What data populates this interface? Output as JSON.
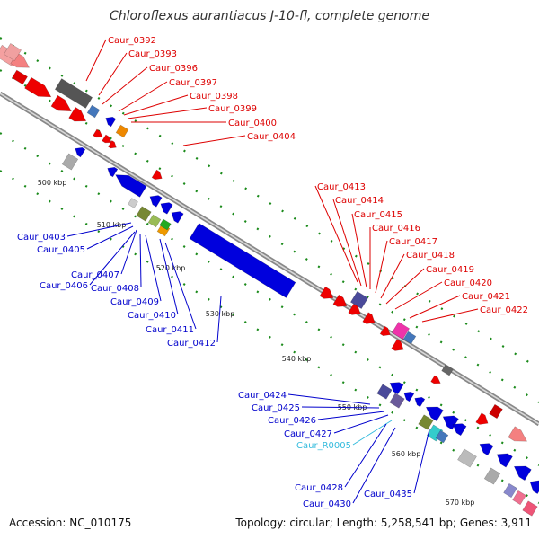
{
  "title": "Chloroflexus aurantiacus J-10-fl, complete genome",
  "accession": "Accession: NC_010175",
  "summary": "Topology: circular; Length: 5,258,541 bp; Genes: 3,911",
  "colors": {
    "forward": "#e00000",
    "reverse": "#0000dd",
    "rna": "#33cccc",
    "backbone": "#999999",
    "tick": "#1a8a1a"
  },
  "ticks": [
    "500 kbp",
    "510 kbp",
    "520 kbp",
    "530 kbp",
    "540 kbp",
    "550 kbp",
    "560 kbp",
    "570 kbp"
  ],
  "labels_forward": [
    "Caur_0392",
    "Caur_0393",
    "Caur_0396",
    "Caur_0397",
    "Caur_0398",
    "Caur_0399",
    "Caur_0400",
    "Caur_0404",
    "Caur_0413",
    "Caur_0414",
    "Caur_0415",
    "Caur_0416",
    "Caur_0417",
    "Caur_0418",
    "Caur_0419",
    "Caur_0420",
    "Caur_0421",
    "Caur_0422"
  ],
  "labels_reverse": [
    "Caur_0403",
    "Caur_0405",
    "Caur_0407",
    "Caur_0406",
    "Caur_0408",
    "Caur_0409",
    "Caur_0410",
    "Caur_0411",
    "Caur_0412",
    "Caur_0424",
    "Caur_0425",
    "Caur_0426",
    "Caur_0427",
    "Caur_R0005",
    "Caur_0428",
    "Caur_0430",
    "Caur_0435"
  ]
}
